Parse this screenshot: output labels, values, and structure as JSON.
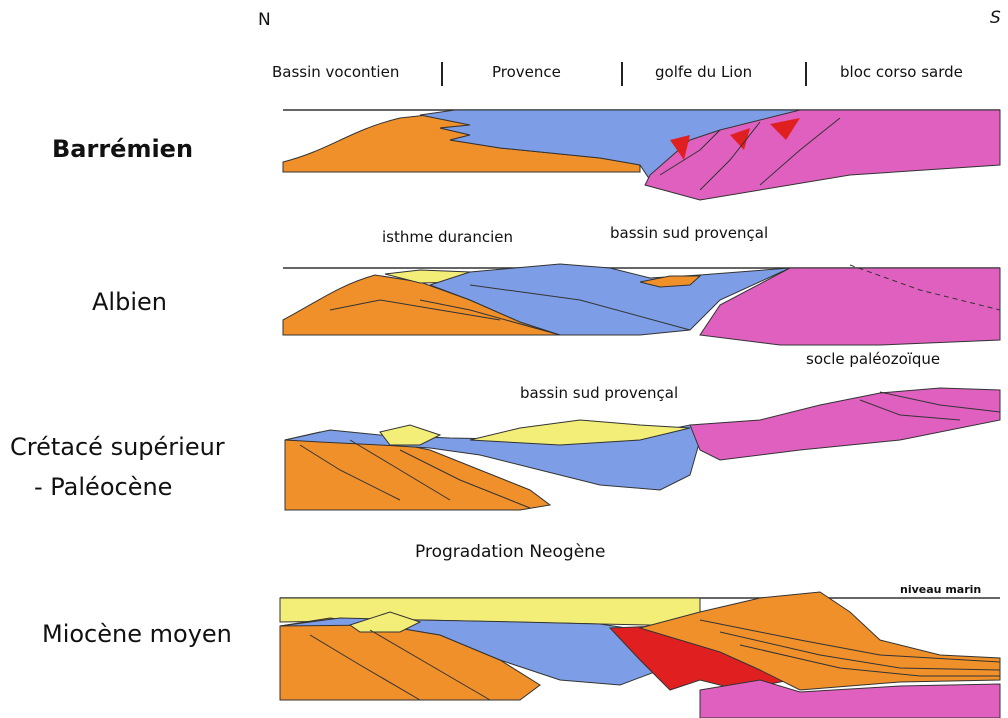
{
  "orientation": {
    "north": "N",
    "south": "S"
  },
  "domains": [
    "Bassin vocontien",
    "Provence",
    "golfe du Lion",
    "bloc corso sarde"
  ],
  "stages": [
    {
      "name": "Barrémien"
    },
    {
      "name": "Albien"
    },
    {
      "name": "Crétacé supérieur"
    },
    {
      "name": "- Paléocène"
    },
    {
      "name": "Miocène moyen"
    }
  ],
  "annotations": {
    "isthme": "isthme durancien",
    "bassin_albien": "bassin sud provençal",
    "socle": "socle paléozoïque",
    "bassin_cretace": "bassin sud provençal",
    "progradation": "Progradation Neogène",
    "niveau_marin": "niveau marin"
  },
  "colors": {
    "orange": "#f0902a",
    "blue": "#7d9ee6",
    "magenta": "#e060c0",
    "yellow": "#f2ee78",
    "red": "#e02020",
    "line": "#333333"
  }
}
